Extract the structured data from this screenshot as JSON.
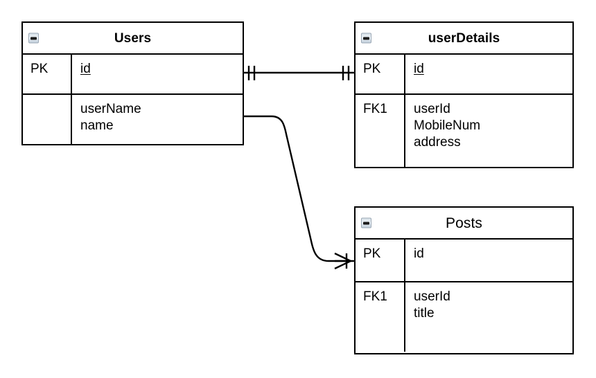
{
  "diagram": {
    "type": "entity-relationship-diagram",
    "background_color": "#ffffff",
    "line_color": "#000000",
    "text_color": "#000000"
  },
  "entities": [
    {
      "id": "users",
      "name": "Users",
      "title_bold": true,
      "collapse_icon": "minus-box-icon",
      "rows": [
        {
          "key": "PK",
          "fields": [
            {
              "text": "id",
              "underline": true
            }
          ]
        },
        {
          "key": "",
          "fields": [
            {
              "text": "userName",
              "underline": false
            },
            {
              "text": "name",
              "underline": false
            }
          ]
        }
      ]
    },
    {
      "id": "userdetails",
      "name": "userDetails",
      "title_bold": true,
      "collapse_icon": "minus-box-icon",
      "rows": [
        {
          "key": "PK",
          "fields": [
            {
              "text": "id",
              "underline": true
            }
          ]
        },
        {
          "key": "FK1",
          "fields": [
            {
              "text": "userId",
              "underline": false
            },
            {
              "text": "MobileNum",
              "underline": false
            },
            {
              "text": "address",
              "underline": false
            }
          ]
        }
      ]
    },
    {
      "id": "posts",
      "name": "Posts",
      "title_bold": false,
      "collapse_icon": "minus-box-icon",
      "rows": [
        {
          "key": "PK",
          "fields": [
            {
              "text": "id",
              "underline": false
            }
          ]
        },
        {
          "key": "FK1",
          "fields": [
            {
              "text": "userId",
              "underline": false
            },
            {
              "text": "title",
              "underline": false
            }
          ]
        }
      ]
    }
  ],
  "relationships": [
    {
      "id": "users-userdetails",
      "from": "Users",
      "to": "userDetails",
      "from_cardinality": "one-and-only-one",
      "to_cardinality": "one-and-only-one",
      "notation": "crows-foot",
      "style": "straight"
    },
    {
      "id": "users-posts",
      "from": "Users",
      "to": "Posts",
      "from_cardinality": "one",
      "to_cardinality": "many",
      "notation": "crows-foot",
      "style": "curved"
    }
  ]
}
